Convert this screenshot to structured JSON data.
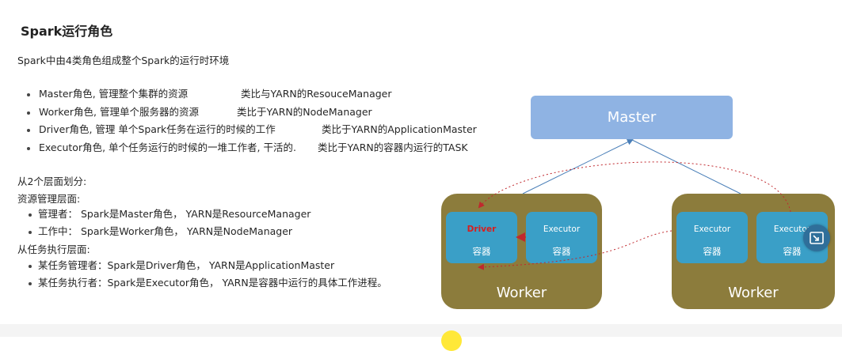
{
  "title": "Spark运行角色",
  "intro": "Spark中由4类角色组成整个Spark的运行时环境",
  "roles": [
    {
      "role": "Master角色, 管理整个集群的资源",
      "analogy": "类比与YARN的ResouceManager"
    },
    {
      "role": "Worker角色, 管理单个服务器的资源",
      "analogy": "类比于YARN的NodeManager"
    },
    {
      "role": "Driver角色, 管理 单个Spark任务在运行的时候的工作",
      "analogy": "类比于YARN的ApplicationMaster"
    },
    {
      "role": "Executor角色, 单个任务运行的时候的一堆工作者, 干活的.",
      "analogy": "类比于YARN的容器内运行的TASK"
    }
  ],
  "levels": {
    "heading": "从2个层面划分:",
    "resource": {
      "heading": "资源管理层面:",
      "items": [
        "管理者： Spark是Master角色， YARN是ResourceManager",
        "工作中： Spark是Worker角色， YARN是NodeManager"
      ]
    },
    "task": {
      "heading": "从任务执行层面:",
      "items": [
        "某任务管理者：Spark是Driver角色， YARN是ApplicationMaster",
        "某任务执行者：Spark是Executor角色， YARN是容器中运行的具体工作进程。"
      ]
    }
  },
  "diagram": {
    "master": "Master",
    "workers": [
      {
        "label": "Worker",
        "containers": [
          {
            "name": "Driver",
            "type": "容器"
          },
          {
            "name": "Executor",
            "type": "容器"
          }
        ]
      },
      {
        "label": "Worker",
        "containers": [
          {
            "name": "Executor",
            "type": "容器"
          },
          {
            "name": "Executor",
            "type": "容器"
          }
        ]
      }
    ]
  },
  "colors": {
    "master": "#8fb3e3",
    "worker": "#8c7c3c",
    "container": "#3a9fc7",
    "driver_text": "#d81e1e",
    "arrow_blue": "#4a7fb8",
    "arrow_red": "#c0282d"
  },
  "icons": {
    "overlay": "picture-in-picture-icon"
  }
}
